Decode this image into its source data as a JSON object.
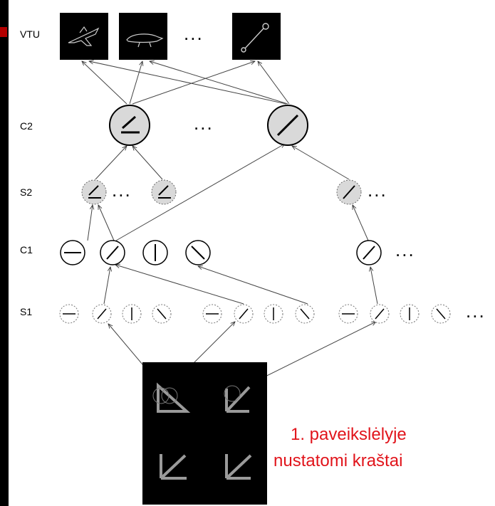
{
  "levels": {
    "vtu": "VTU",
    "c2": "C2",
    "s2": "S2",
    "c1": "C1",
    "s1": "S1"
  },
  "ellipsis": "...",
  "caption": {
    "line1": "1. paveikslėlyje",
    "line2": "nustatomi kraštai"
  },
  "colors": {
    "caption": "#e1141b",
    "node_fill": "#e0e0e0",
    "panel": "#ffffff",
    "background": "#000000"
  },
  "vtu_icons": [
    "airplane-icon",
    "platypus-icon",
    "wrench-icon"
  ]
}
